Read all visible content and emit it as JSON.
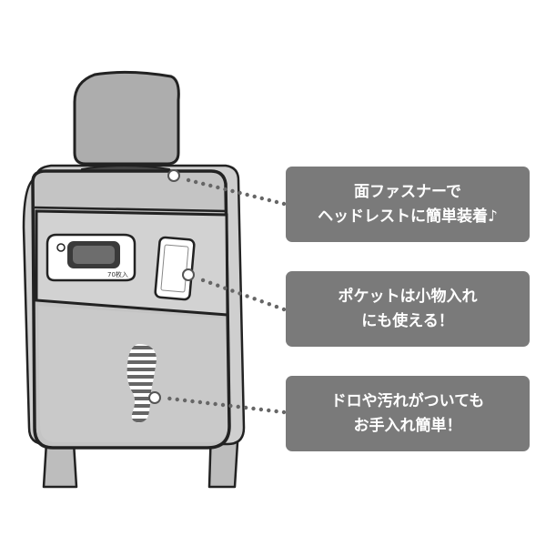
{
  "callouts": [
    {
      "lines": [
        "面ファスナーで",
        "ヘッドレストに簡単装着♪"
      ]
    },
    {
      "lines": [
        "ポケットは小物入れ",
        "にも使える！"
      ]
    },
    {
      "lines": [
        "ドロや汚れがついても",
        "お手入れ簡単！"
      ]
    }
  ],
  "illustration": {
    "wipes_label": "70枚入",
    "icons": [
      "headrest",
      "seat-cover",
      "wet-wipes-icon",
      "smartphone-icon",
      "footprint-icon"
    ]
  },
  "colors": {
    "callout_bg": "#7a7a7a",
    "seat": "#c7c7c7",
    "headrest": "#adadad",
    "outline": "#222222"
  }
}
